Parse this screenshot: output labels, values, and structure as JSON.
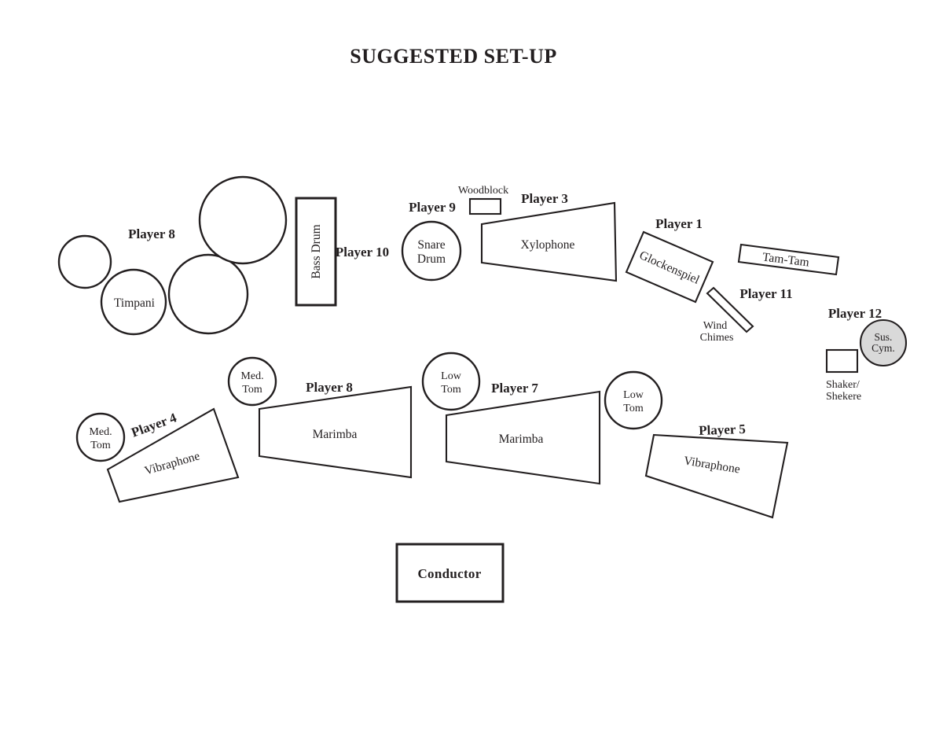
{
  "title": "SUGGESTED SET-UP",
  "colors": {
    "background": "#ffffff",
    "line": "#231f20",
    "text": "#231f20",
    "sus_cym_fill": "#d9d9d9"
  },
  "conductor": {
    "label": "Conductor"
  },
  "stations": {
    "timpani": {
      "player": "Player 8",
      "instrument": "Timpani"
    },
    "bass_drum": {
      "player": "Player 10",
      "instrument": "Bass Drum"
    },
    "snare_drum": {
      "player": "Player 9",
      "line1": "Snare",
      "line2": "Drum"
    },
    "woodblock": {
      "label": "Woodblock"
    },
    "xylophone": {
      "player": "Player 3",
      "instrument": "Xylophone"
    },
    "glockenspiel": {
      "player": "Player 1",
      "instrument": "Glockenspiel"
    },
    "tam_tam": {
      "instrument": "Tam-Tam"
    },
    "wind_chimes": {
      "player": "Player 11",
      "line1": "Wind",
      "line2": "Chimes"
    },
    "sus_cym": {
      "player": "Player 12",
      "line1": "Sus.",
      "line2": "Cym."
    },
    "shaker": {
      "line1": "Shaker/",
      "line2": "Shekere"
    },
    "vibraphone_p4": {
      "player": "Player 4",
      "instrument": "Vibraphone"
    },
    "med_tom_1": {
      "line1": "Med.",
      "line2": "Tom"
    },
    "med_tom_2": {
      "line1": "Med.",
      "line2": "Tom"
    },
    "marimba_p8": {
      "player": "Player 8",
      "instrument": "Marimba"
    },
    "low_tom_1": {
      "line1": "Low",
      "line2": "Tom"
    },
    "marimba_p7": {
      "player": "Player 7",
      "instrument": "Marimba"
    },
    "low_tom_2": {
      "line1": "Low",
      "line2": "Tom"
    },
    "vibraphone_p5": {
      "player": "Player 5",
      "instrument": "Vibraphone"
    }
  }
}
